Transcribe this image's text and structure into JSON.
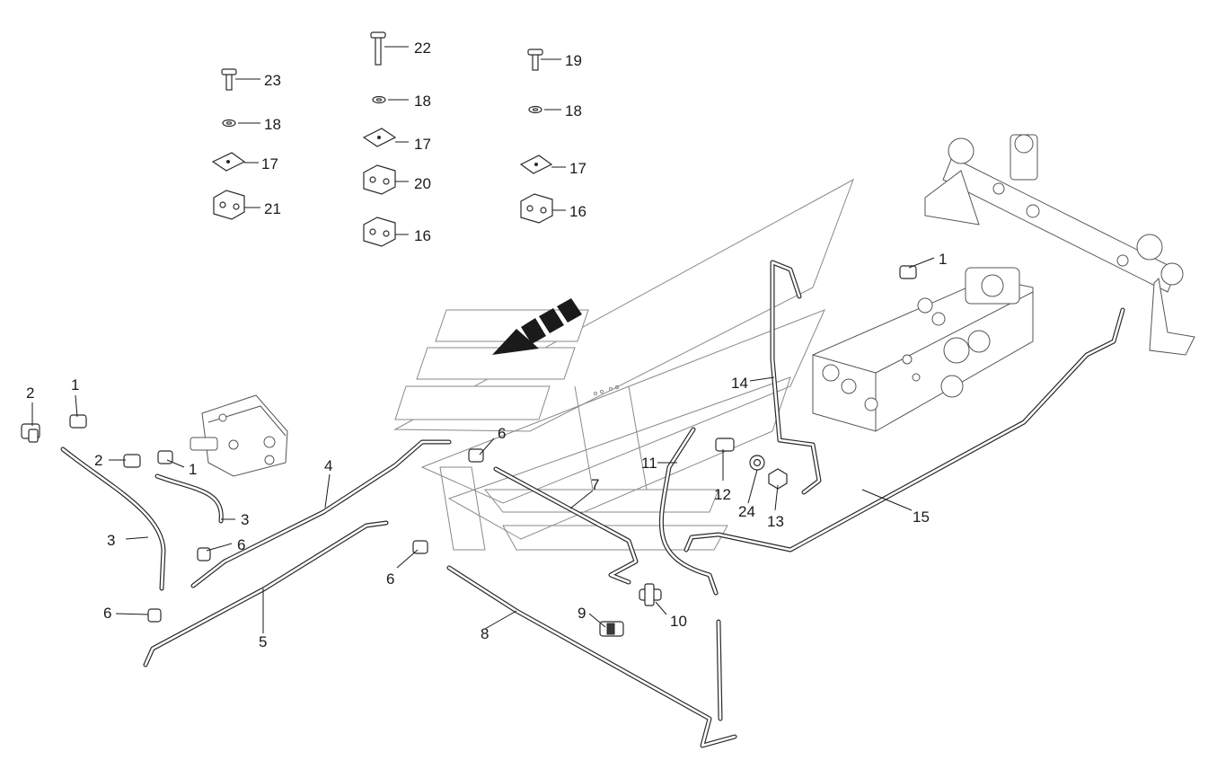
{
  "diagram": {
    "callouts": {
      "c_23": "23",
      "c_18a": "18",
      "c_17a": "17",
      "c_21": "21",
      "c_22": "22",
      "c_18b": "18",
      "c_17b": "17",
      "c_20": "20",
      "c_16a": "16",
      "c_19": "19",
      "c_18c": "18",
      "c_17c": "17",
      "c_16b": "16",
      "c_1a": "1",
      "c_2a": "2",
      "c_1b": "1",
      "c_2b": "2",
      "c_1c": "1",
      "c_3a": "3",
      "c_3b": "3",
      "c_6a": "6",
      "c_6b": "6",
      "c_4": "4",
      "c_5": "5",
      "c_6c": "6",
      "c_6d": "6",
      "c_7": "7",
      "c_8": "8",
      "c_9": "9",
      "c_10": "10",
      "c_11": "11",
      "c_12": "12",
      "c_24": "24",
      "c_13": "13",
      "c_14": "14",
      "c_15": "15"
    }
  }
}
